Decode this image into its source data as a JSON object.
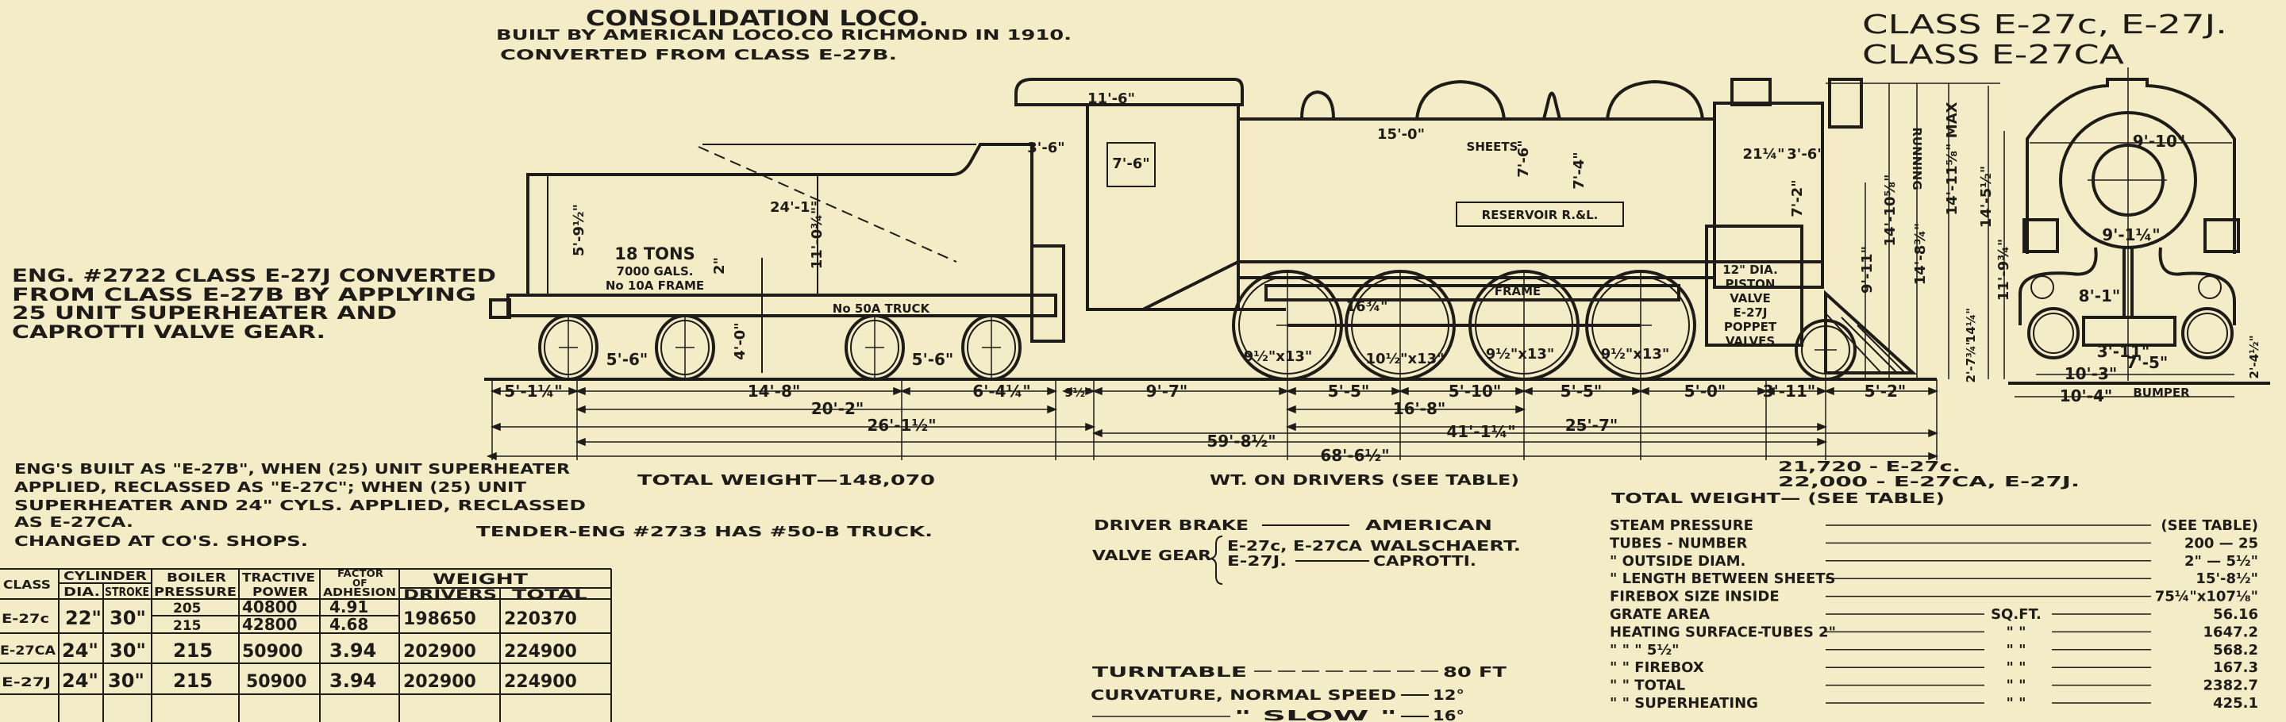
{
  "title": {
    "main": "CONSOLIDATION LOCO.",
    "built": "BUILT BY AMERICAN LOCO.CO RICHMOND IN 1910.",
    "converted": "CONVERTED FROM CLASS E-27B."
  },
  "class_header": [
    "CLASS  E-27c, E-27J.",
    "CLASS  E-27CA"
  ],
  "notes": {
    "conversion": [
      "ENG. #2722 CLASS E-27J CONVERTED",
      "FROM CLASS E-27B BY APPLYING",
      "25 UNIT SUPERHEATER AND",
      "CAPROTTI VALVE GEAR."
    ],
    "history": [
      "ENG'S BUILT AS \"E-27B\", WHEN (25) UNIT SUPERHEATER",
      "APPLIED, RECLASSED AS \"E-27C\"; WHEN (25) UNIT",
      "SUPERHEATER AND 24\" CYLS. APPLIED, RECLASSED",
      "AS E-27CA.",
      "CHANGED AT CO'S. SHOPS."
    ],
    "tender_note": "TENDER-ENG #2733 HAS #50-B TRUCK."
  },
  "weights": {
    "tender_total": "TOTAL WEIGHT—148,070",
    "on_drivers": "WT. ON DRIVERS (SEE TABLE)",
    "tractive": [
      "21,720 - E-27c.",
      "22,000 - E-27CA, E-27J."
    ],
    "loco_total": "TOTAL WEIGHT— (SEE TABLE)"
  },
  "equipment": {
    "driver_brake": {
      "label": "DRIVER BRAKE",
      "value": "AMERICAN"
    },
    "valve_gear": {
      "label": "VALVE GEAR",
      "rows": [
        {
          "classes": "E-27c, E-27CA",
          "value": "WALSCHAERT."
        },
        {
          "classes": "E-27J.",
          "value": "CAPROTTI."
        }
      ]
    }
  },
  "clearances": [
    {
      "label": "TURNTABLE",
      "value": "80 FT"
    },
    {
      "label": "CURVATURE, NORMAL SPEED",
      "value": "12°"
    },
    {
      "label": "\"   SLOW   \"",
      "value": "16°"
    }
  ],
  "specs": [
    {
      "label": "STEAM PRESSURE",
      "unit": "",
      "value": "(SEE TABLE)"
    },
    {
      "label": "TUBES - NUMBER",
      "unit": "",
      "value": "200 — 25"
    },
    {
      "label": "\" OUTSIDE DIAM.",
      "unit": "",
      "value": "2\" — 5½\""
    },
    {
      "label": "\" LENGTH BETWEEN SHEETS",
      "unit": "",
      "value": "15'-8½\""
    },
    {
      "label": "FIREBOX SIZE INSIDE",
      "unit": "",
      "value": "75¼\"x107⅛\""
    },
    {
      "label": "GRATE AREA",
      "unit": "SQ.FT.",
      "value": "56.16"
    },
    {
      "label": "HEATING SURFACE-TUBES 2\"",
      "unit": "\" \"",
      "value": "1647.2"
    },
    {
      "label": "\"  \"  \"  5½\"",
      "unit": "\" \"",
      "value": "568.2"
    },
    {
      "label": "\"  \"  FIREBOX",
      "unit": "\" \"",
      "value": "167.3"
    },
    {
      "label": "\"  \"  TOTAL",
      "unit": "\" \"",
      "value": "2382.7"
    },
    {
      "label": "\"  \"  SUPERHEATING",
      "unit": "\" \"",
      "value": "425.1"
    }
  ],
  "table": {
    "headers": {
      "class": "CLASS",
      "cylinder": "CYLINDER",
      "dia": "DIA.",
      "stroke": "STROKE",
      "boiler_1": "BOILER",
      "boiler_2": "PRESSURE",
      "tractive_1": "TRACTIVE",
      "tractive_2": "POWER",
      "factor_1": "FACTOR",
      "factor_2": "OF",
      "factor_3": "ADHESION",
      "weight": "WEIGHT",
      "drivers": "DRIVERS",
      "total": "TOTAL"
    },
    "rows": [
      {
        "class": "E-27c",
        "dia": "22\"",
        "stroke": "30\"",
        "pressure": [
          "205",
          "215"
        ],
        "tractive": [
          "40800",
          "42800"
        ],
        "adhesion": [
          "4.91",
          "4.68"
        ],
        "drivers": "198650",
        "total": "220370"
      },
      {
        "class": "E-27CA",
        "dia": "24\"",
        "stroke": "30\"",
        "pressure": [
          "215"
        ],
        "tractive": [
          "50900"
        ],
        "adhesion": [
          "3.94"
        ],
        "drivers": "202900",
        "total": "224900"
      },
      {
        "class": "E-27J",
        "dia": "24\"",
        "stroke": "30\"",
        "pressure": [
          "215"
        ],
        "tractive": [
          "50900"
        ],
        "adhesion": [
          "3.94"
        ],
        "drivers": "202900",
        "total": "224900"
      }
    ]
  },
  "drawing": {
    "tender": {
      "capacity_tons": "18 TONS",
      "capacity_water": "7000 GALS.",
      "frame": "No 10A FRAME",
      "truck": "No 50A TRUCK",
      "length": "24'-1\"",
      "height": "11'-0¾\"",
      "side": "5'-9½\"",
      "deck": "2\"",
      "wheel": "4'-0\""
    },
    "loco_labels": {
      "cab_roof": "11'-6\"",
      "cab_front": "3'-6\"",
      "cab_window": "7'-6\"",
      "tubes_len": "15'-0\"",
      "sheets": "SHEETS",
      "reservoir": "RESERVOIR R.&L.",
      "frame": "FRAME",
      "smokebox_a": "21¼\"",
      "smokebox_b": "3'-6\"",
      "piston_valve": [
        "12\" DIA.",
        "PISTON",
        "VALVE",
        "E-27J",
        "POPPET",
        "VALVES"
      ],
      "dome_h": "7'-6\"",
      "stack_h": "7'-4\"",
      "cyl_h": "7'-2\""
    },
    "wheel_labels": [
      "9½\"x13\"",
      "10½\"x13\"",
      "9½\"x13\"",
      "9½\"x13\""
    ],
    "wheel_misc": "16¾\"",
    "heights": {
      "h1": "14'-10⅝\"",
      "h2": "14'-8¾\"",
      "h3": "14'-11⅝\" MAX",
      "running": "RUNNING",
      "h4": "9'-11\"",
      "h5": "14'-5½\"",
      "h6": "11'-9¾\"",
      "h7": "2'-7¾\"",
      "h8": "14¼\"",
      "h9": "2'-4½\""
    },
    "front_view": {
      "cab_width": "9'-10\"",
      "boiler": "9'-1¼\"",
      "steps": "8'-1\"",
      "cyl_in": "3'-11\"",
      "cyl_c": "7'-5\"",
      "width": "10'-3\"",
      "bumper_w": "10'-4\"",
      "bumper": "BUMPER"
    },
    "lengths": {
      "row1": [
        "5'-1¼\"",
        "5'-6\"",
        "14'-8\"",
        "5'-6\"",
        "6'-4¼\"",
        "9½\"",
        "9'-7\"",
        "5'-5\"",
        "5'-10\"",
        "5'-5\"",
        "5'-0\"",
        "3'-11\"",
        "5'-2\""
      ],
      "row2": [
        "20'-2\"",
        "16'-8\""
      ],
      "row3": [
        "26'-1½\"",
        "25'-7\""
      ],
      "row4": [
        "41'-1¼\""
      ],
      "row5": [
        "59'-8½\""
      ],
      "row6": [
        "68'-6½\""
      ]
    }
  }
}
